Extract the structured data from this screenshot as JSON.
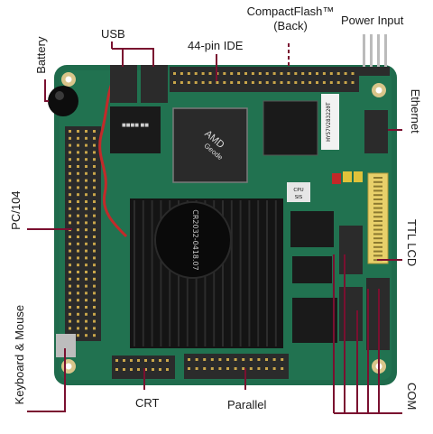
{
  "labels": {
    "usb": "USB",
    "ide": "44-pin IDE",
    "compactflash_line1": "CompactFlash™",
    "compactflash_line2": "(Back)",
    "power_input": "Power Input",
    "battery": "Battery",
    "ethernet": "Ethernet",
    "pc104": "PC/104",
    "ttl_lcd": "TTL LCD",
    "keyboard_mouse": "Keyboard & Mouse",
    "crt": "CRT",
    "parallel": "Parallel",
    "com": "COM"
  },
  "board": {
    "cpu_text_1": "AMD",
    "cpu_text_2": "Geode",
    "heatsink_text": "CR2032-0418.07",
    "chip_text": "PCM-3341",
    "small_text_1": "CPU",
    "small_text_2": "SIS",
    "side_text": "HY57V283220T"
  },
  "colors": {
    "pcb": "#1f6b4c",
    "pcb_dark": "#16513a",
    "leader": "#7a1030",
    "heatsink": "#141414",
    "header": "#2b2b2b",
    "pin": "#c9a64a",
    "ttl_connector": "#e8d06a"
  }
}
